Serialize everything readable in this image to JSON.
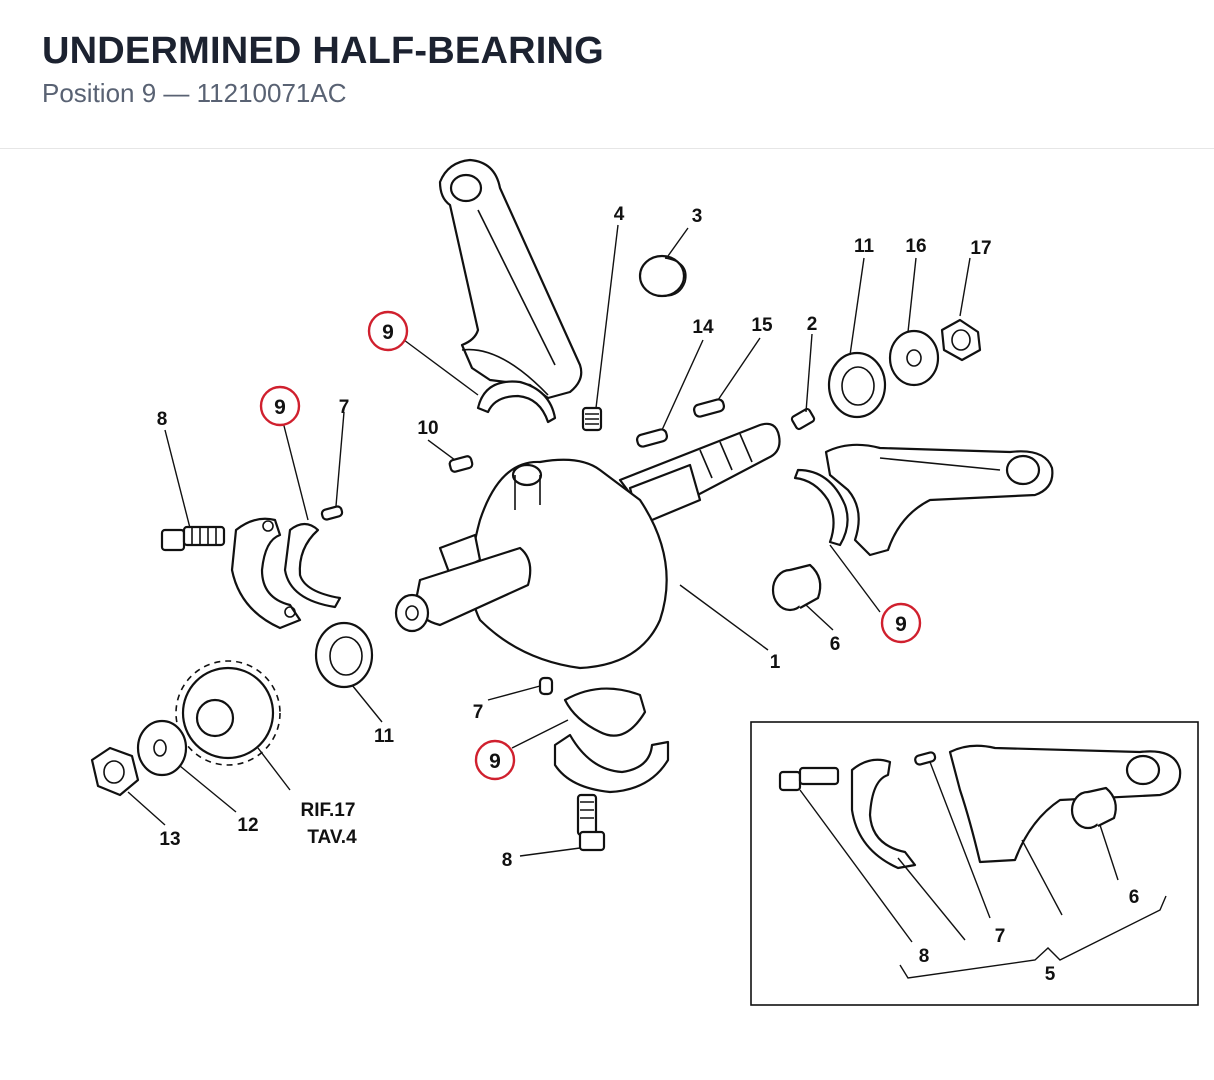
{
  "header": {
    "title": "UNDERMINED HALF-BEARING",
    "subtitle": "Position 9 — 11210071AC"
  },
  "highlight_color": "#d0202e",
  "callouts": {
    "p1": "1",
    "p2": "2",
    "p3": "3",
    "p4": "4",
    "p5": "5",
    "p6a": "6",
    "p6b": "6",
    "p7a": "7",
    "p7b": "7",
    "p7c": "7",
    "p8a": "8",
    "p8b": "8",
    "p8c": "8",
    "p9a": "9",
    "p9b": "9",
    "p9c": "9",
    "p9d": "9",
    "p10": "10",
    "p11a": "11",
    "p11b": "11",
    "p12": "12",
    "p13": "13",
    "p14": "14",
    "p15": "15",
    "p16": "16",
    "p17": "17"
  },
  "reference": {
    "line1": "RIF.17",
    "line2": "TAV.4"
  }
}
